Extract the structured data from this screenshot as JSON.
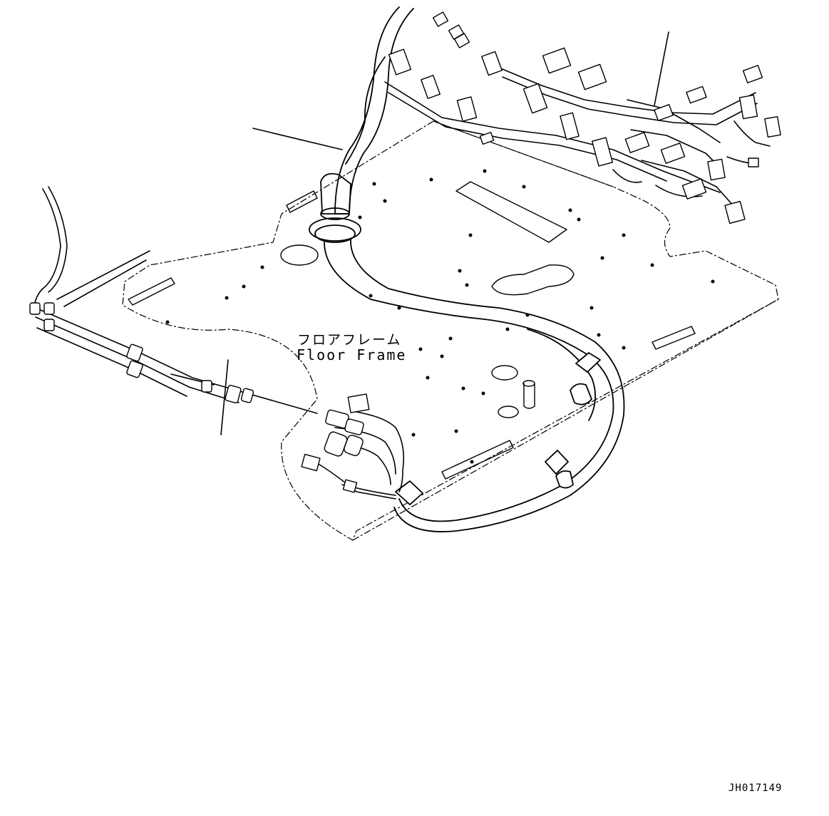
{
  "callout": {
    "label_japanese": "フロアフレーム",
    "label_english": "Floor Frame"
  },
  "drawing_id": "JH017149",
  "colors": {
    "ink": "#000000",
    "background": "#ffffff"
  }
}
